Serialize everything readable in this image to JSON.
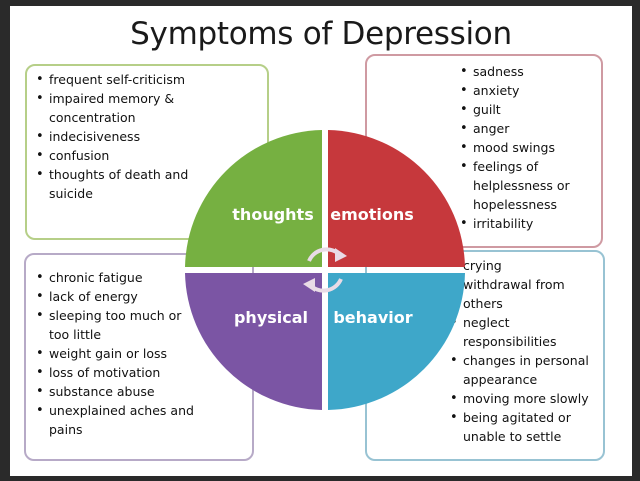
{
  "title": "Symptoms of Depression",
  "quadrants": {
    "thoughts": {
      "label": "thoughts",
      "color": "#76b041",
      "items": [
        "frequent self-criticism",
        "impaired memory & concentration",
        "indecisiveness",
        "confusion",
        "thoughts of death and suicide"
      ]
    },
    "emotions": {
      "label": "emotions",
      "color": "#c6383c",
      "items": [
        "sadness",
        "anxiety",
        "guilt",
        "anger",
        "mood swings",
        "feelings of helplessness or hopelessness",
        "irritability"
      ]
    },
    "physical": {
      "label": "physical",
      "color": "#7b55a4",
      "items": [
        "chronic fatigue",
        "lack of energy",
        "sleeping too much or too little",
        "weight gain or loss",
        "loss of motivation",
        "substance abuse",
        "unexplained aches and pains"
      ]
    },
    "behavior": {
      "label": "behavior",
      "color": "#3ea7c9",
      "items": [
        "crying",
        "withdrawal from others",
        "neglect responsibilities",
        "changes in personal appearance",
        "moving more slowly",
        "being agitated or unable to settle"
      ]
    }
  }
}
